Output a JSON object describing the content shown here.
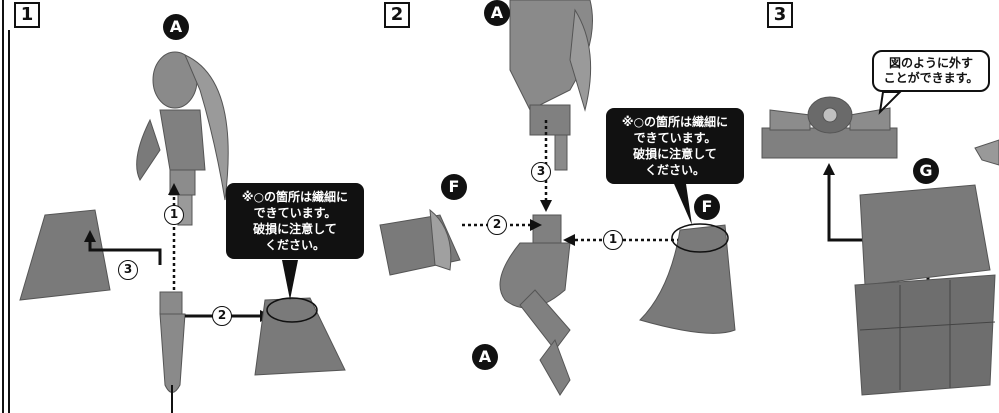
{
  "steps": [
    "1",
    "2",
    "3"
  ],
  "part_labels": {
    "a": "A",
    "f": "F",
    "g": "G"
  },
  "notes": {
    "fragile_note": "※○の箇所は繊細に\nできています。\n破損に注意して\nください。",
    "detach_note": "図のように外す\nことができます。"
  },
  "order_numbers": [
    "1",
    "2",
    "3"
  ],
  "colors": {
    "ink": "#111111",
    "part_gray": "#7a7a7a",
    "part_dark": "#5e5e5e",
    "part_light": "#a8a8a8",
    "paper": "#ffffff"
  },
  "icons": [
    "dotted-arrow-icon",
    "solid-arrow-icon",
    "highlight-ring-icon"
  ]
}
